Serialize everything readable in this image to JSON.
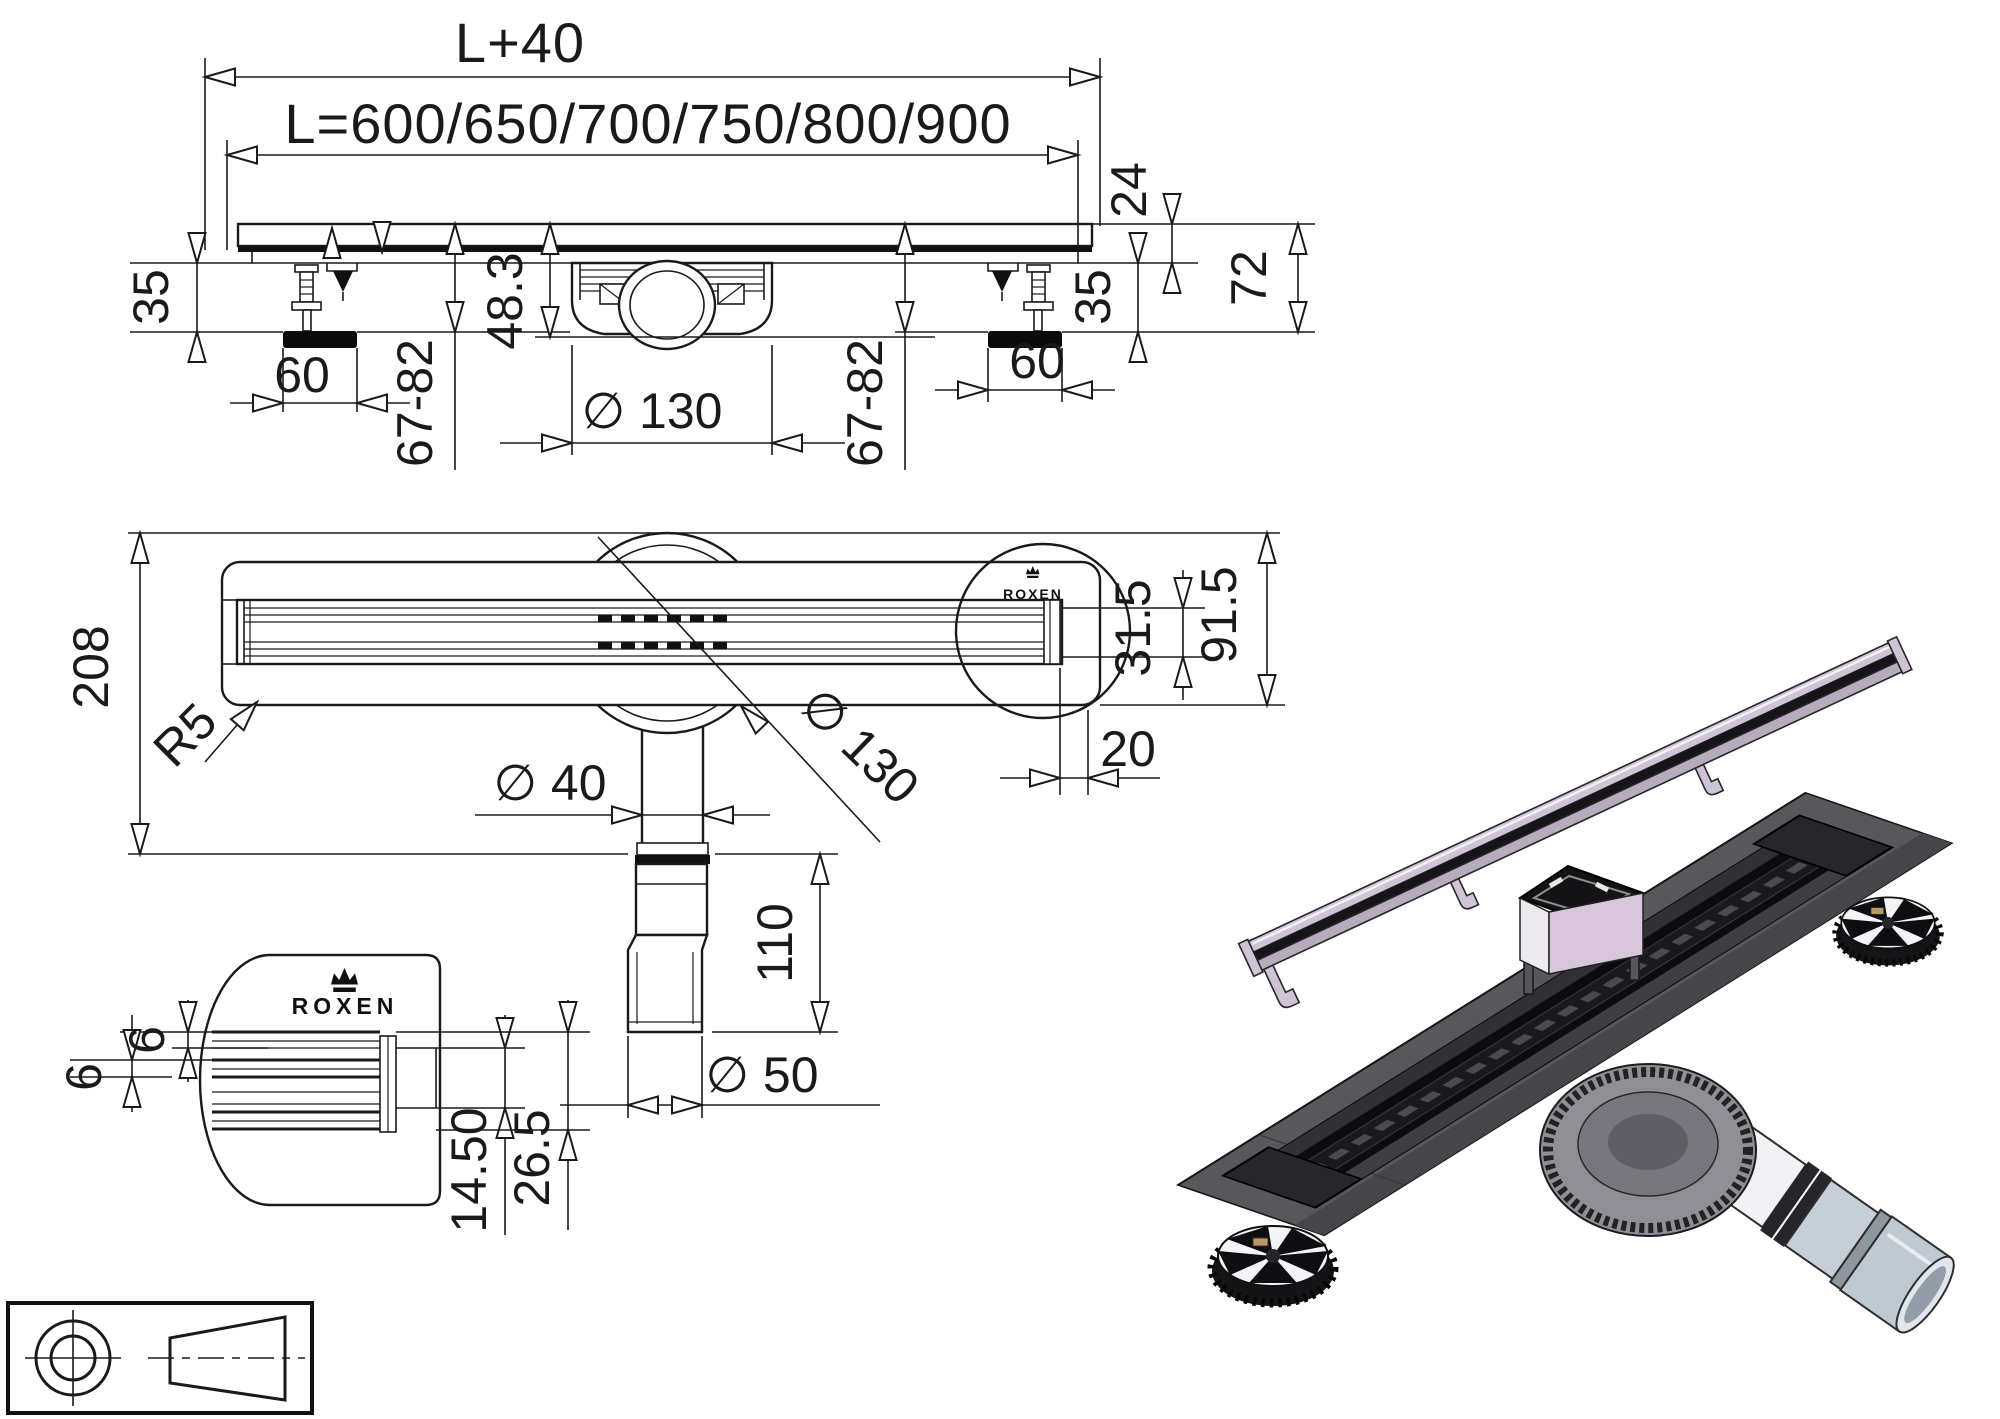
{
  "brand": {
    "name": "ROXEN"
  },
  "front_view": {
    "overall_length": "L+40",
    "length_options": "L=600/650/700/750/800/900",
    "top_profile_height": "24",
    "install_height": "72",
    "foot_height_left": "35",
    "foot_height_right": "35",
    "foot_width_left": "60",
    "foot_width_right": "60",
    "adjustable_height_left": "67-82",
    "adjustable_height_right": "67-82",
    "trap_depth": "48.3",
    "trap_diameter": "∅ 130"
  },
  "plan_view": {
    "overall_width": "208",
    "corner_radius": "R5",
    "outlet_diameter": "∅ 40",
    "trap_diameter": "∅ 130",
    "grate_width": "31.5",
    "body_width": "91.5",
    "end_gap": "20",
    "outlet_length": "110",
    "pipe_diameter": "∅ 50"
  },
  "detail_view": {
    "rail_thickness_top": "6",
    "rail_thickness_side": "6",
    "flange_height": "14.50",
    "edge_height": "26.5"
  },
  "colors": {
    "line": "#1a1a1a",
    "grate_top": "#cfc4d5",
    "grate_side": "#b7abbe",
    "flange": "#58585c",
    "trough": "#0c0c0e",
    "insert_face": "#d8c6da",
    "pipe_steel": "#c6cfd7",
    "pipe_white": "#f2f2f4"
  }
}
